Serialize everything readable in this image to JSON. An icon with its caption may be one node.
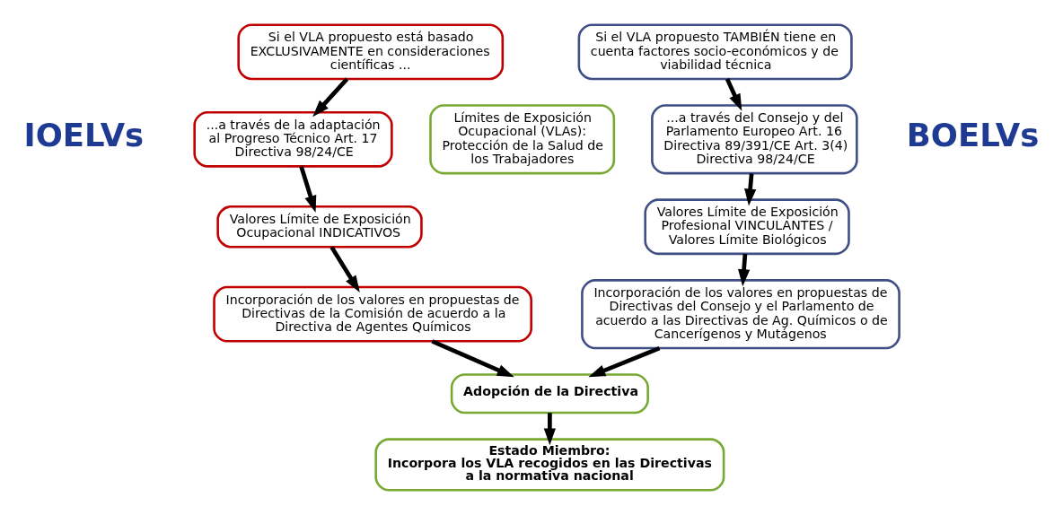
{
  "diagram": {
    "nodes": [
      {
        "text": [
          "Si el VLA propuesto está basado EXCLUSIVAMENTE en consideraciones científicas ..."
        ]
      },
      {
        "text": [
          "...a través de la adaptación al Progreso Técnico Art. 17 Directiva 98/24/CE"
        ]
      },
      {
        "text": [
          "Valores Límite de Exposición Ocupacional INDICATIVOS"
        ]
      },
      {
        "text": [
          "Incorporación de los valores en propuestas de Directivas de la Comisión de acuerdo a la Directiva de Agentes Químicos"
        ]
      },
      {
        "text": [
          "Límites de Exposición Ocupacional (VLAs): Protección de la Salud de los Trabajadores"
        ]
      },
      {
        "text": [
          "Si el VLA propuesto TAMBIÉN tiene en cuenta factores socio-económicos y de viabilidad técnica"
        ]
      },
      {
        "text": [
          "...a través del Consejo y del Parlamento Europeo Art. 16  Directiva 89/391/CE Art. 3(4) Directiva 98/24/CE"
        ]
      },
      {
        "text": [
          "Valores Límite de Exposición Profesional VINCULANTES / Valores Límite Biológicos"
        ]
      },
      {
        "text": [
          "Incorporación de los valores en propuestas de Directivas del Consejo y el Parlamento de acuerdo a las Directivas de Ag. Químicos o de Cancerígenos y Mutágenos"
        ]
      },
      {
        "text": [
          "Adopción de la Directiva"
        ]
      },
      {
        "text": [
          "Estado Miembro:",
          "Incorpora los VLA recogidos en las Directivas a la normativa nacional"
        ]
      }
    ],
    "edges": [
      {
        "from": 0,
        "to": 1,
        "arrow": "to"
      },
      {
        "from": 1,
        "to": 2,
        "arrow": "to"
      },
      {
        "from": 2,
        "to": 3,
        "arrow": "to"
      },
      {
        "from": 3,
        "to": 9,
        "arrow": "to"
      },
      {
        "from": 5,
        "to": 6,
        "arrow": "to"
      },
      {
        "from": 6,
        "to": 7,
        "arrow": "to"
      },
      {
        "from": 7,
        "to": 8,
        "arrow": "to"
      },
      {
        "from": 8,
        "to": 9,
        "arrow": "to"
      },
      {
        "from": 9,
        "to": 10,
        "arrow": "to"
      }
    ],
    "labels": [
      "IOELVs",
      "BOELVs"
    ]
  }
}
